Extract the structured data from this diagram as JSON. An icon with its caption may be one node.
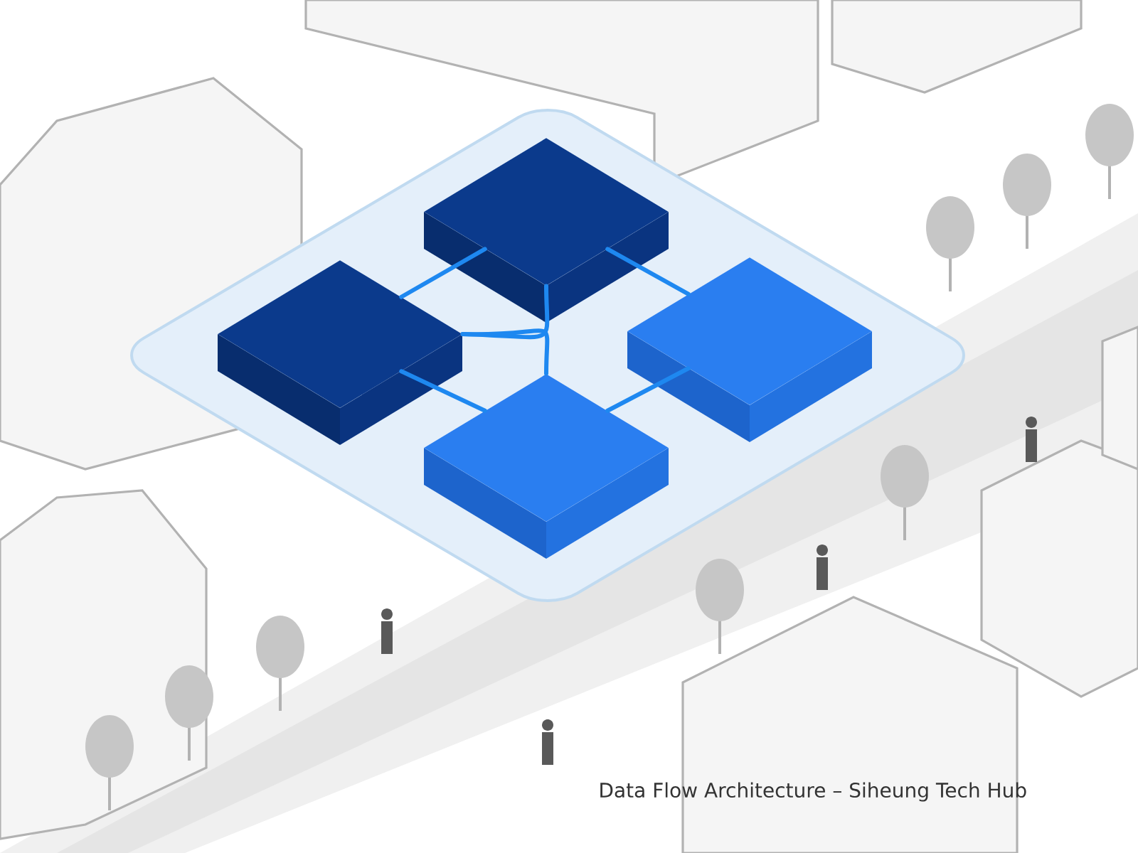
{
  "diagram": {
    "caption": "Data Flow Architecture – Siheung Tech Hub",
    "nodes": [
      {
        "text": [],
        "shape": "box"
      },
      {
        "text": [],
        "shape": "box",
        "in": 0
      },
      {
        "text": [],
        "shape": "box",
        "in": 0
      },
      {
        "text": [],
        "shape": "box",
        "in": 0
      },
      {
        "text": [],
        "shape": "box",
        "in": 0
      }
    ],
    "edges": [
      {
        "from": 1,
        "to": 2,
        "arrow": "none"
      },
      {
        "from": 2,
        "to": 3,
        "arrow": "none"
      },
      {
        "from": 1,
        "to": 4,
        "arrow": "none"
      },
      {
        "from": 3,
        "to": 4,
        "arrow": "none"
      },
      {
        "from": 1,
        "to": 2,
        "arrow": "none"
      },
      {
        "from": 1,
        "to": 4,
        "arrow": "none"
      }
    ]
  }
}
